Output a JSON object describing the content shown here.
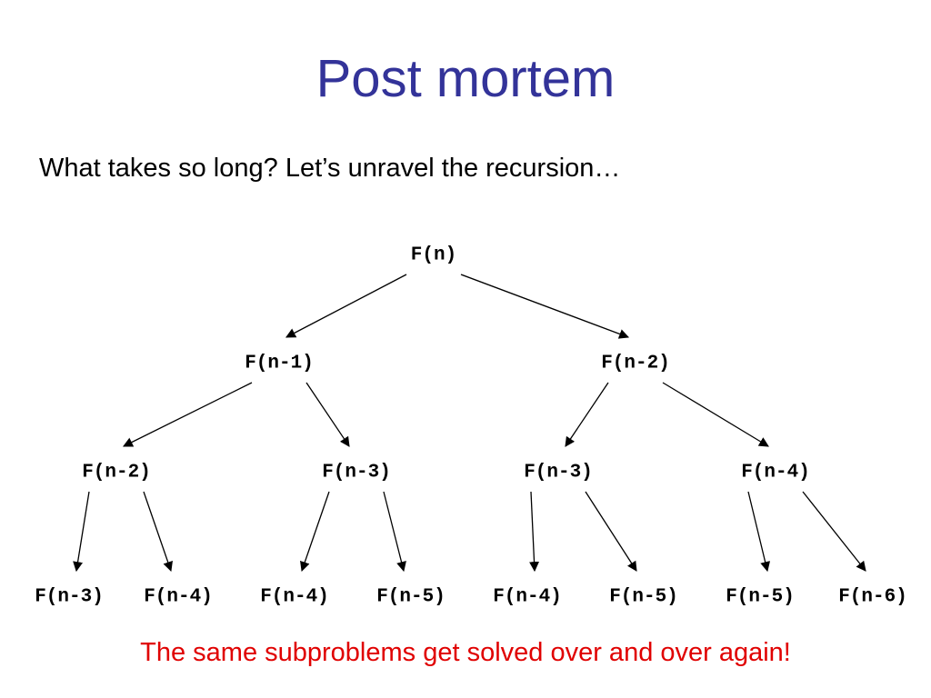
{
  "slide": {
    "title": "Post mortem",
    "subtitle": "What takes so long? Let’s unravel the recursion…",
    "footer": "The same subproblems get solved over and over again!"
  },
  "colors": {
    "title": "#333399",
    "text": "#000000",
    "footer": "#e00000",
    "edge": "#000000"
  },
  "tree": {
    "nodes": [
      {
        "id": "root",
        "label": "F(n)"
      },
      {
        "id": "l1a",
        "label": "F(n-1)"
      },
      {
        "id": "l1b",
        "label": "F(n-2)"
      },
      {
        "id": "l2a",
        "label": "F(n-2)"
      },
      {
        "id": "l2b",
        "label": "F(n-3)"
      },
      {
        "id": "l2c",
        "label": "F(n-3)"
      },
      {
        "id": "l2d",
        "label": "F(n-4)"
      },
      {
        "id": "l3a",
        "label": "F(n-3)"
      },
      {
        "id": "l3b",
        "label": "F(n-4)"
      },
      {
        "id": "l3c",
        "label": "F(n-4)"
      },
      {
        "id": "l3d",
        "label": "F(n-5)"
      },
      {
        "id": "l3e",
        "label": "F(n-4)"
      },
      {
        "id": "l3f",
        "label": "F(n-5)"
      },
      {
        "id": "l3g",
        "label": "F(n-5)"
      },
      {
        "id": "l3h",
        "label": "F(n-6)"
      }
    ],
    "edges": [
      [
        "root",
        "l1a"
      ],
      [
        "root",
        "l1b"
      ],
      [
        "l1a",
        "l2a"
      ],
      [
        "l1a",
        "l2b"
      ],
      [
        "l1b",
        "l2c"
      ],
      [
        "l1b",
        "l2d"
      ],
      [
        "l2a",
        "l3a"
      ],
      [
        "l2a",
        "l3b"
      ],
      [
        "l2b",
        "l3c"
      ],
      [
        "l2b",
        "l3d"
      ],
      [
        "l2c",
        "l3e"
      ],
      [
        "l2c",
        "l3f"
      ],
      [
        "l2d",
        "l3g"
      ],
      [
        "l2d",
        "l3h"
      ]
    ]
  }
}
